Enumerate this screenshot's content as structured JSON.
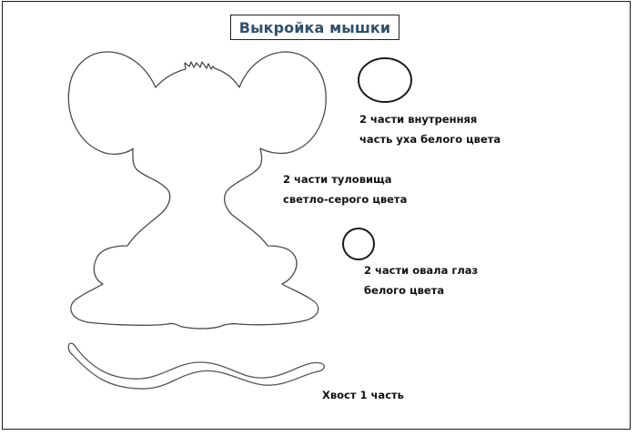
{
  "document": {
    "title": "Выкройка мышки",
    "title_color": "#2f4f6b"
  },
  "pieces": [
    {
      "shape": "mouse-body-with-ears",
      "label_lines": [
        "2 части туловища",
        "светло-серого цвета"
      ]
    },
    {
      "shape": "oval",
      "label_lines": [
        "2 части внутренняя",
        "часть уха белого цвета"
      ]
    },
    {
      "shape": "circle",
      "label_lines": [
        "2 части овала глаз",
        "белого цвета"
      ]
    },
    {
      "shape": "tail",
      "label_lines": [
        "Хвост 1 часть"
      ]
    }
  ]
}
